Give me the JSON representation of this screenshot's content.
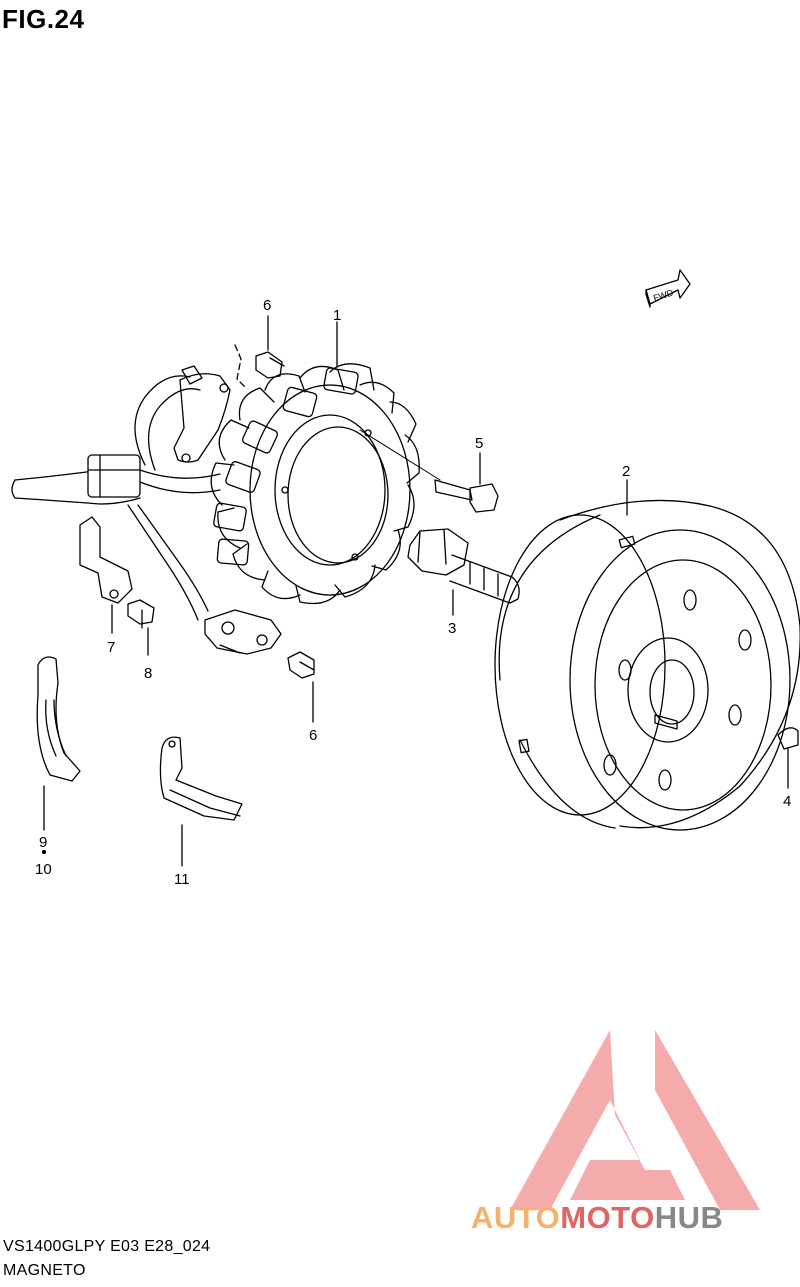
{
  "figure": {
    "title": "FIG.24",
    "model_code": "VS1400GLPY E03 E28_024",
    "section_name": "MAGNETO"
  },
  "direction_badge": "FWD",
  "callouts": [
    {
      "id": "c1",
      "label": "1"
    },
    {
      "id": "c2",
      "label": "2"
    },
    {
      "id": "c3",
      "label": "3"
    },
    {
      "id": "c4",
      "label": "4"
    },
    {
      "id": "c5",
      "label": "5"
    },
    {
      "id": "c6a",
      "label": "6"
    },
    {
      "id": "c6b",
      "label": "6"
    },
    {
      "id": "c7",
      "label": "7"
    },
    {
      "id": "c8",
      "label": "8"
    },
    {
      "id": "c9",
      "label": "9"
    },
    {
      "id": "c10",
      "label": "10"
    },
    {
      "id": "c11",
      "label": "11"
    }
  ],
  "watermark": {
    "part1": "AUTO",
    "part2": "MOTO",
    "part3": "HUB",
    "colors": {
      "auto": "#f6b26b",
      "moto": "#e06666",
      "hub": "#888888",
      "triangle": "#f4a3a3"
    }
  }
}
